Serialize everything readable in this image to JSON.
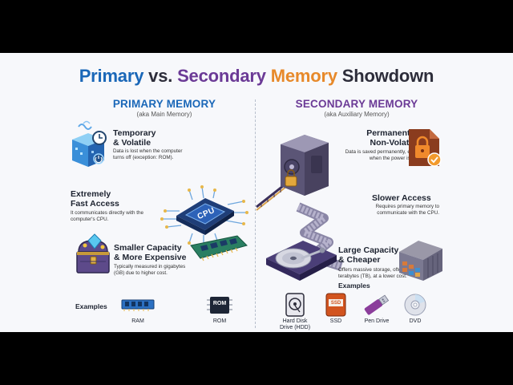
{
  "title": {
    "part1": "Primary",
    "part2": "vs.",
    "part3": "Secondary",
    "part4": "Memory",
    "part5": "Showdown"
  },
  "primary": {
    "heading": "PRIMARY MEMORY",
    "subheading": "(aka Main Memory)",
    "features": [
      {
        "title_line1": "Temporary",
        "title_line2": "& Volatile",
        "desc": "Data is lost when the computer turns off (exception: ROM)."
      },
      {
        "title_line1": "Extremely",
        "title_line2": "Fast Access",
        "desc": "It communicates directly with the computer's CPU."
      },
      {
        "title_line1": "Smaller Capacity",
        "title_line2": "& More Expensive",
        "desc": "Typically measured in gigabytes (GB) due to higher cost."
      }
    ],
    "chip_label": "CPU",
    "examples_heading": "Examples",
    "examples": [
      "RAM",
      "ROM"
    ],
    "rom_chip_text": "ROM"
  },
  "secondary": {
    "heading": "SECONDARY MEMORY",
    "subheading": "(aka Auxiliary Memory)",
    "features": [
      {
        "title_line1": "Permanent &",
        "title_line2": "Non-Volatile",
        "desc": "Data is saved permanently, even when the power is off."
      },
      {
        "title_line1": "Slower Access",
        "title_line2": "",
        "desc": "Requires primary memory to communicate with the CPU."
      },
      {
        "title_line1": "Large Capacity",
        "title_line2": "& Cheaper",
        "desc": "Offers massive storage, often in terabytes (TB), at a lower cost."
      }
    ],
    "examples_heading": "Examples",
    "examples": [
      "Hard Disk Drive (HDD)",
      "SSD",
      "Pen Drive",
      "DVD"
    ],
    "ssd_chip_text": "SSD"
  },
  "colors": {
    "primary_accent": "#1a67b8",
    "secondary_accent": "#6b3a96",
    "memory_word": "#e7892a"
  }
}
